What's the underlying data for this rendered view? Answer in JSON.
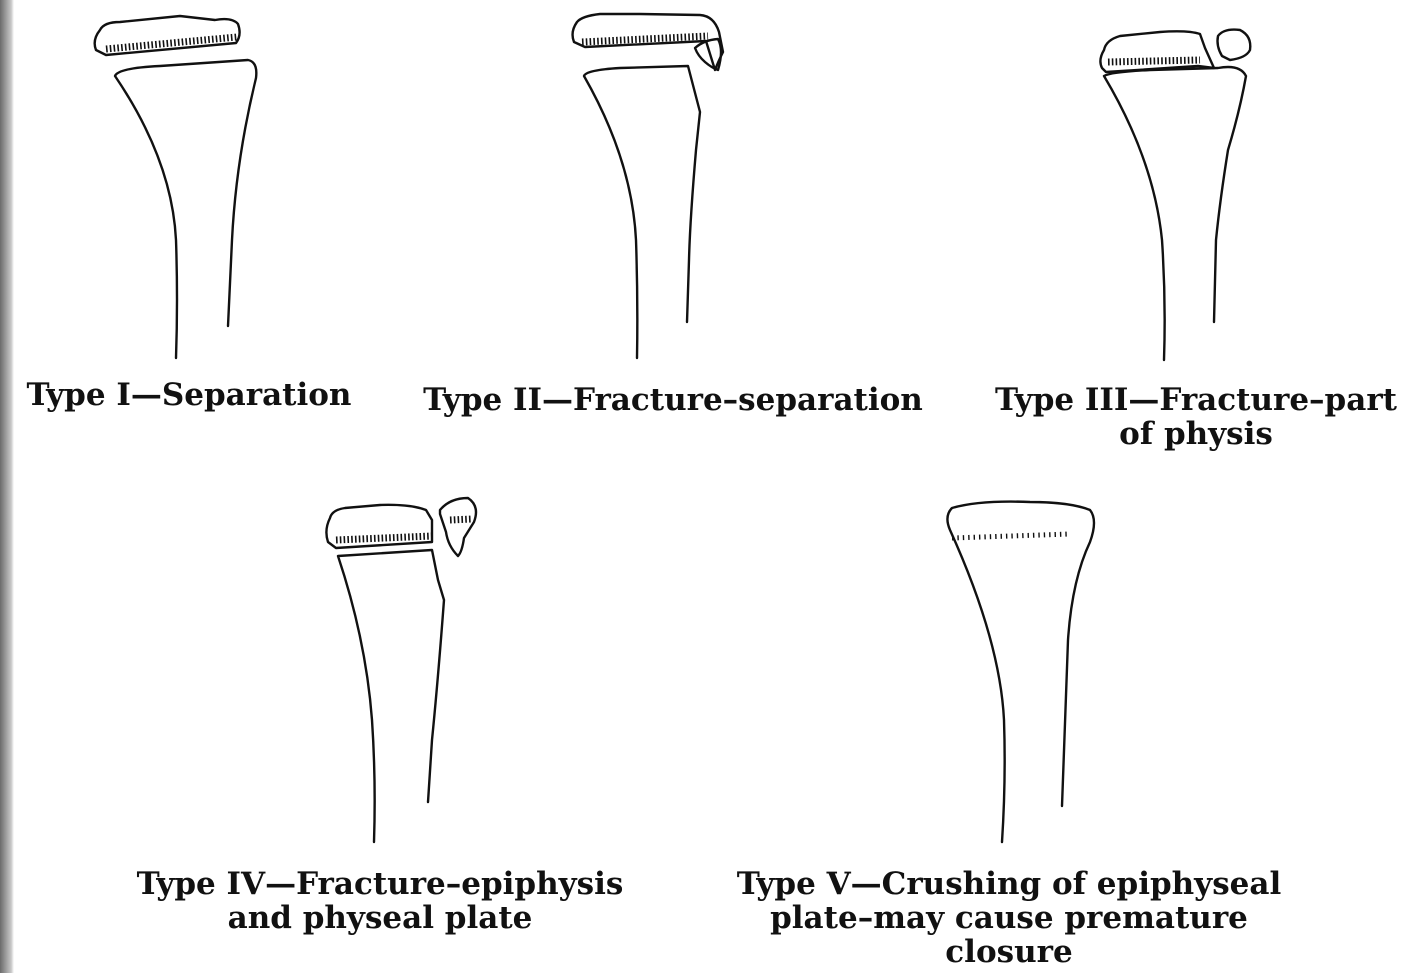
{
  "figure": {
    "panels": [
      {
        "id": "type-1",
        "caption_lines": [
          "Type I—Separation"
        ]
      },
      {
        "id": "type-2",
        "caption_lines": [
          "Type II—Fracture–separation"
        ]
      },
      {
        "id": "type-3",
        "caption_lines": [
          "Type III—Fracture–part",
          "of physis"
        ]
      },
      {
        "id": "type-4",
        "caption_lines": [
          "Type IV—Fracture–epiphysis",
          "and physeal plate"
        ]
      },
      {
        "id": "type-5",
        "caption_lines": [
          "Type V—Crushing of epiphyseal",
          "plate–may cause premature",
          "closure"
        ]
      }
    ]
  },
  "colors": {
    "line": "#111111",
    "background": "#ffffff"
  }
}
